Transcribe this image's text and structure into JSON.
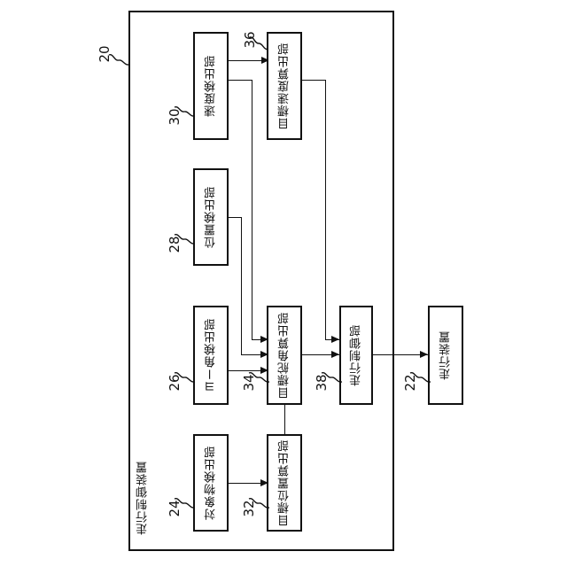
{
  "figure": {
    "type": "patent-block-diagram",
    "enclosure": {
      "ref": "20",
      "caption": "走行制御装置"
    },
    "blocks": [
      {
        "id": "speed-detector",
        "ref": "30",
        "label": "速度検出部"
      },
      {
        "id": "target-speed-calculator",
        "ref": "36",
        "label": "目標速度算出部"
      },
      {
        "id": "position-detector",
        "ref": "28",
        "label": "位置検出部"
      },
      {
        "id": "yaw-angle-detector",
        "ref": "26",
        "label": "ヨー角検出部"
      },
      {
        "id": "target-steer-calculator",
        "ref": "34",
        "label": "目標舵角算出部"
      },
      {
        "id": "travel-controller",
        "ref": "38",
        "label": "走行制御部"
      },
      {
        "id": "object-detector",
        "ref": "24",
        "label": "対象物検出部"
      },
      {
        "id": "target-position-calculator",
        "ref": "32",
        "label": "目標位置算出部"
      },
      {
        "id": "travel-device",
        "ref": "22",
        "label": "走行装置"
      }
    ],
    "connections": [
      {
        "from": "speed-detector",
        "to": "target-speed-calculator"
      },
      {
        "from": "speed-detector",
        "to": "target-steer-calculator"
      },
      {
        "from": "position-detector",
        "to": "target-steer-calculator"
      },
      {
        "from": "yaw-angle-detector",
        "to": "target-steer-calculator"
      },
      {
        "from": "object-detector",
        "to": "target-position-calculator"
      },
      {
        "from": "target-position-calculator",
        "to": "target-steer-calculator"
      },
      {
        "from": "target-speed-calculator",
        "to": "travel-controller"
      },
      {
        "from": "target-steer-calculator",
        "to": "travel-controller"
      },
      {
        "from": "travel-controller",
        "to": "travel-device"
      }
    ]
  }
}
